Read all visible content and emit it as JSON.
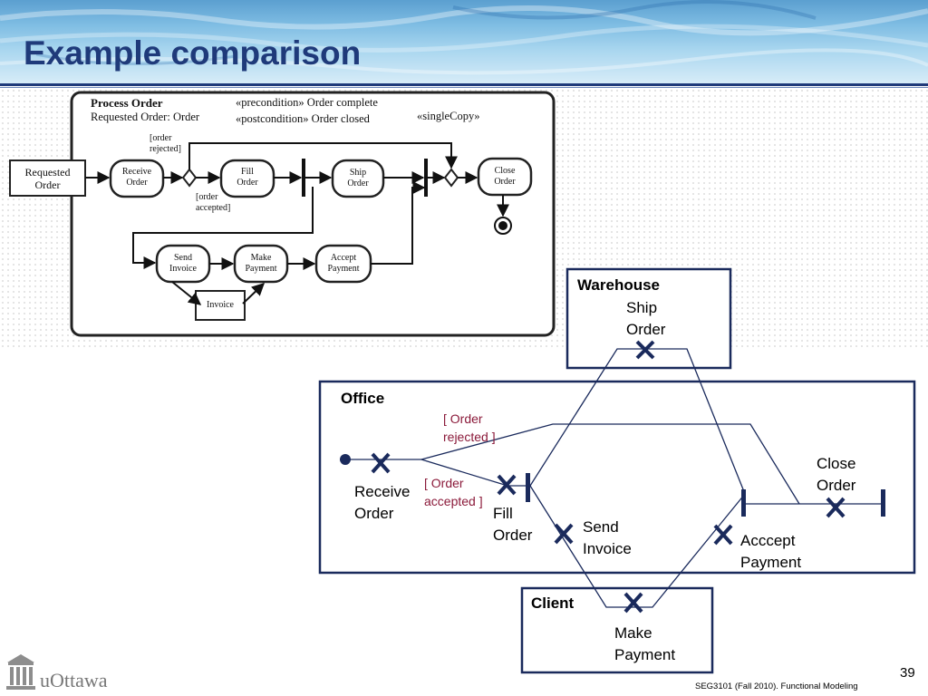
{
  "slide": {
    "title": "Example comparison",
    "page_number": "39",
    "footer": "SEG3101 (Fall 2010).   Functional Modeling",
    "logo_text": "uOttawa"
  },
  "activity_diagram": {
    "header": {
      "name": "Process Order",
      "parameter": "Requested Order: Order",
      "precondition": "«precondition» Order complete",
      "postcondition": "«postcondition» Order closed",
      "stereotype": "«singleCopy»"
    },
    "nodes": {
      "requested_order": [
        "Requested",
        "Order"
      ],
      "receive_order": [
        "Receive",
        "Order"
      ],
      "fill_order": [
        "Fill",
        "Order"
      ],
      "ship_order": [
        "Ship",
        "Order"
      ],
      "close_order": [
        "Close",
        "Order"
      ],
      "send_invoice": [
        "Send",
        "Invoice"
      ],
      "make_payment": [
        "Make",
        "Payment"
      ],
      "accept_payment": [
        "Accept",
        "Payment"
      ],
      "invoice": "Invoice"
    },
    "guards": {
      "rejected": [
        "[order",
        "rejected]"
      ],
      "accepted": [
        "[order",
        "accepted]"
      ]
    }
  },
  "ucm": {
    "components": {
      "warehouse": "Warehouse",
      "office": "Office",
      "client": "Client"
    },
    "responsibilities": {
      "ship_order": [
        "Ship",
        "Order"
      ],
      "receive_order": [
        "Receive",
        "Order"
      ],
      "fill_order": [
        "Fill",
        "Order"
      ],
      "send_invoice": [
        "Send",
        "Invoice"
      ],
      "accept_payment": [
        "Acccept",
        "Payment"
      ],
      "close_order": [
        "Close",
        "Order"
      ],
      "make_payment": [
        "Make",
        "Payment"
      ]
    },
    "guards": {
      "rejected": [
        "[ Order",
        "rejected ]"
      ],
      "accepted": [
        "[ Order",
        "accepted ]"
      ]
    }
  },
  "colors": {
    "title": "#1f3a7a",
    "ucm_line": "#1a2a5c",
    "guard_text": "#8b1a3a"
  }
}
